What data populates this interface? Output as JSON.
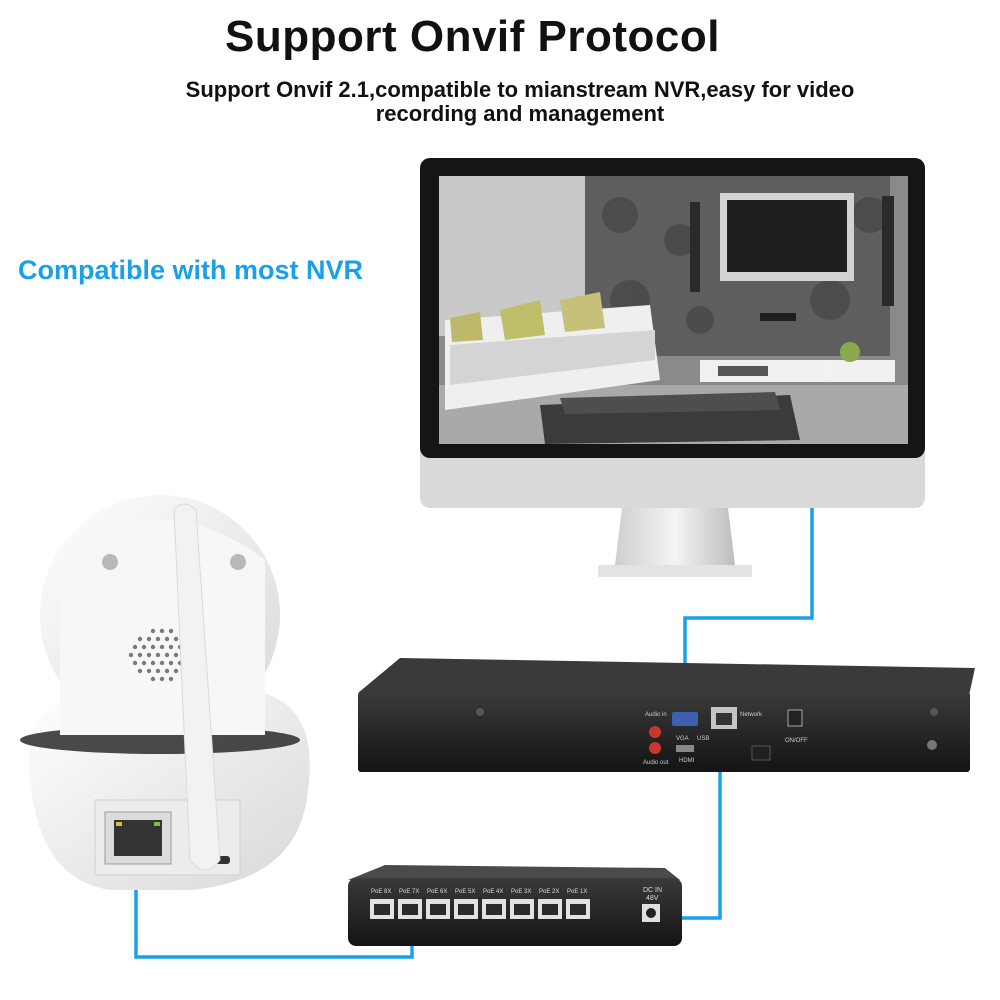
{
  "headline": "Support Onvif Protocol",
  "subtitle": "Support Onvif 2.1,compatible to mianstream NVR,easy for video recording and management",
  "compat_label": "Compatible with most NVR",
  "colors": {
    "accent": "#1aa0e8",
    "cable": "#1aa0e8",
    "device": "#2b2b2b",
    "monitor_frame": "#1a1a1a"
  },
  "nvr": {
    "audio_in": "Audio in",
    "audio_out": "Audio out",
    "vga": "VGA",
    "usb": "USB",
    "hdmi": "HDMI",
    "network": "Network",
    "power_switch": "ON/OFF"
  },
  "poe_switch": {
    "ports": [
      "PoE 8X",
      "PoE 7X",
      "PoE 6X",
      "PoE 5X",
      "PoE 4X",
      "PoE 3X",
      "PoE 2X",
      "PoE 1X"
    ],
    "dc_label": "DC IN",
    "dc_voltage": "48V"
  }
}
